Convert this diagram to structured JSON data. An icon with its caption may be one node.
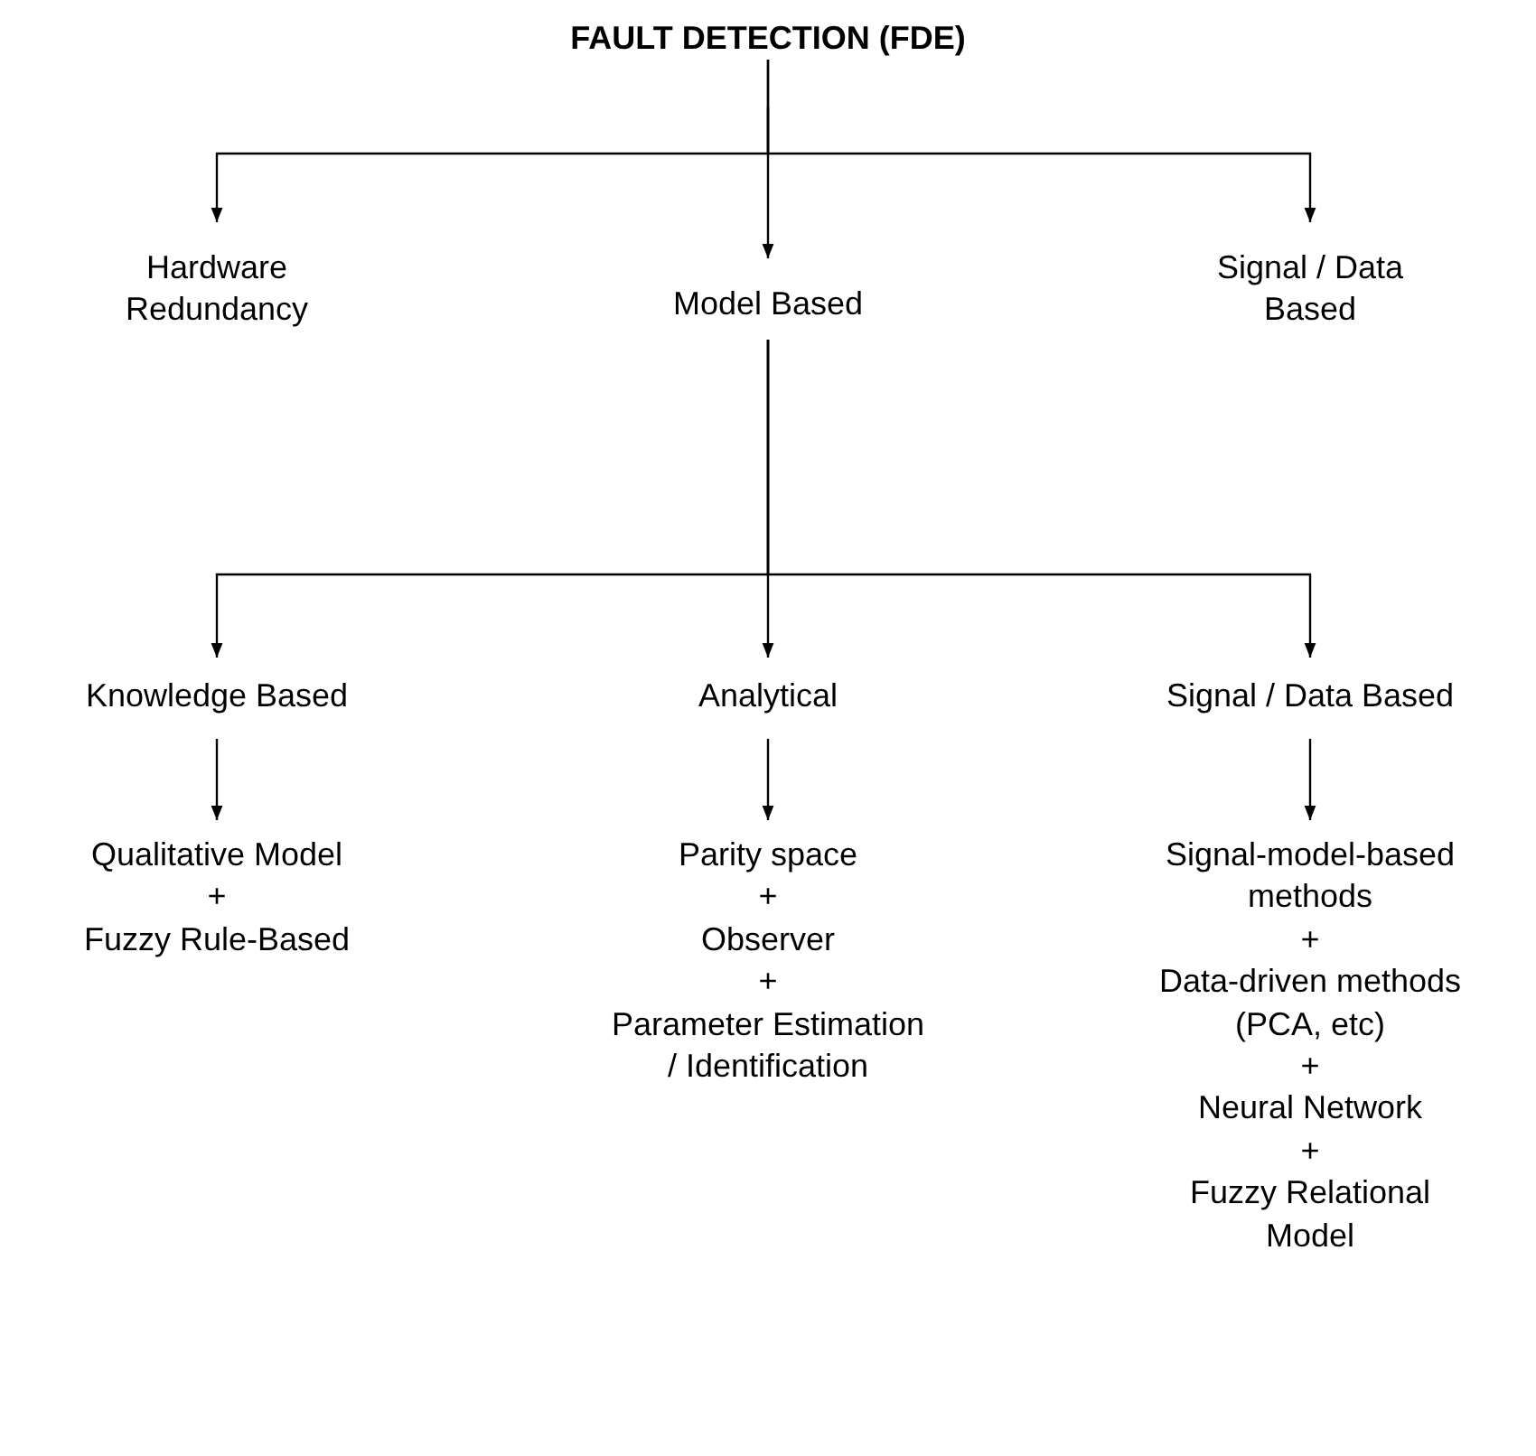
{
  "diagram": {
    "nodes": [
      {
        "text": [
          "FAULT DETECTION (FDE)"
        ]
      },
      {
        "text": [
          "Hardware Redundancy"
        ]
      },
      {
        "text": [
          "Model Based"
        ]
      },
      {
        "text": [
          "Signal / Data Based"
        ]
      },
      {
        "text": [
          "Knowledge Based"
        ]
      },
      {
        "text": [
          "Analytical"
        ]
      },
      {
        "text": [
          "Signal / Data Based"
        ]
      },
      {
        "text": [
          "Qualitative Model",
          "+",
          "Fuzzy Rule-Based"
        ]
      },
      {
        "text": [
          "Parity space",
          "+",
          "Observer",
          "+",
          "Parameter Estimation / Identification"
        ]
      },
      {
        "text": [
          "Signal-model-based methods",
          "+",
          "Data-driven methods (PCA, etc)",
          "+",
          "Neural Network",
          "+",
          "Fuzzy Relational Model"
        ]
      }
    ],
    "edges": [
      {
        "from": 0,
        "to": 1,
        "arrow": "to"
      },
      {
        "from": 0,
        "to": 2,
        "arrow": "to"
      },
      {
        "from": 0,
        "to": 3,
        "arrow": "to"
      },
      {
        "from": 2,
        "to": 4,
        "arrow": "to"
      },
      {
        "from": 2,
        "to": 5,
        "arrow": "to"
      },
      {
        "from": 2,
        "to": 6,
        "arrow": "to"
      },
      {
        "from": 4,
        "to": 7,
        "arrow": "to"
      },
      {
        "from": 5,
        "to": 8,
        "arrow": "to"
      },
      {
        "from": 6,
        "to": 9,
        "arrow": "to"
      }
    ]
  }
}
